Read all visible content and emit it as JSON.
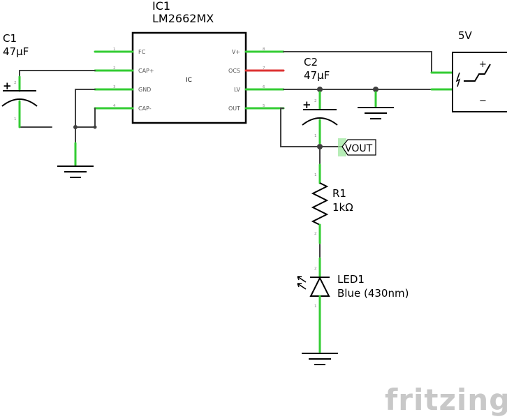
{
  "ic1": {
    "ref": "IC1",
    "part": "LM2662MX",
    "body_label": "IC",
    "pins_left": [
      {
        "num": "1",
        "name": "FC"
      },
      {
        "num": "2",
        "name": "CAP+"
      },
      {
        "num": "3",
        "name": "GND"
      },
      {
        "num": "4",
        "name": "CAP-"
      }
    ],
    "pins_right": [
      {
        "num": "8",
        "name": "V+"
      },
      {
        "num": "7",
        "name": "OCS"
      },
      {
        "num": "6",
        "name": "LV"
      },
      {
        "num": "5",
        "name": "OUT"
      }
    ]
  },
  "c1": {
    "ref": "C1",
    "value": "47µF",
    "plus": "+",
    "pin_top": "2",
    "pin_bottom": "1"
  },
  "c2": {
    "ref": "C2",
    "value": "47µF",
    "plus": "+",
    "pin_top": "2",
    "pin_bottom": "1"
  },
  "source": {
    "label": "5V",
    "plus": "+",
    "minus": "−"
  },
  "net_label": {
    "text": "VOUT"
  },
  "r1": {
    "ref": "R1",
    "value": "1kΩ",
    "pin_top": "1",
    "pin_bottom": "2"
  },
  "led1": {
    "ref": "LED1",
    "value": "Blue (430nm)",
    "pin_top": "2",
    "pin_bottom": "1"
  },
  "logo": {
    "text": "fritzing"
  },
  "colors": {
    "wire": "#404040",
    "pin_connected": "#33cc33",
    "pin_unconnected": "#dd3333",
    "logo": "#c8c8c8"
  }
}
